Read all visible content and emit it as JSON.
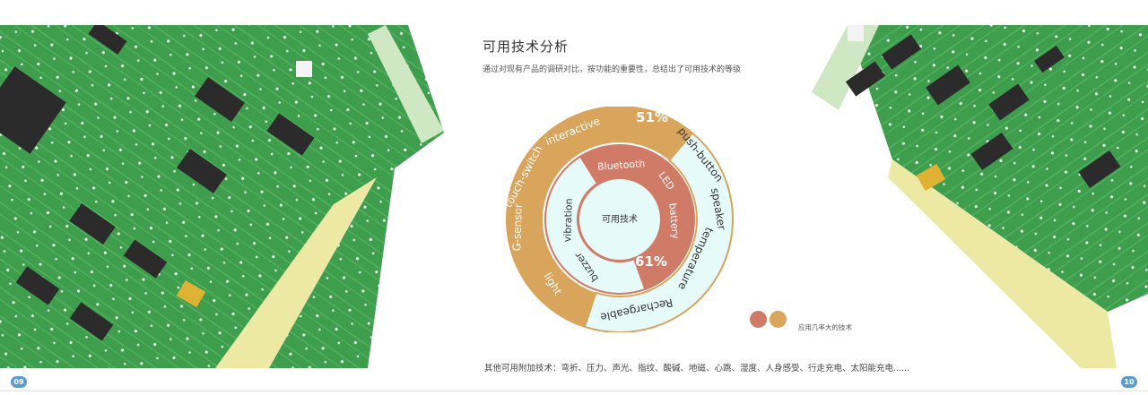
{
  "header": {
    "title": "可用技术分析",
    "subtitle": "通过对现有产品的调研对比，按功能的重要性，总结出了可用技术的等级"
  },
  "wheel": {
    "center_label": "可用技术",
    "inner_percent": "61%",
    "outer_percent": "51%",
    "inner_terms": [
      "Bluetooth",
      "LED",
      "battery",
      "buzzer",
      "vibration"
    ],
    "outer_terms": [
      "push-button",
      "speaker",
      "temperature",
      "Rechargeable",
      "light",
      "G-sensor",
      "touch-switch",
      "interactive"
    ],
    "colors": {
      "salmon": "#d07a68",
      "gold": "#d9a45c",
      "light_cyan": "#e6fafa"
    }
  },
  "legend": {
    "label": "应用几率大的技术"
  },
  "footer": {
    "note": "其他可用附加技术：弯折、压力、声光、指纹、酸碱、地磁、心跳、湿度、人身感受、行走充电、太阳能充电......"
  },
  "pages": {
    "left": "09",
    "right": "10"
  }
}
